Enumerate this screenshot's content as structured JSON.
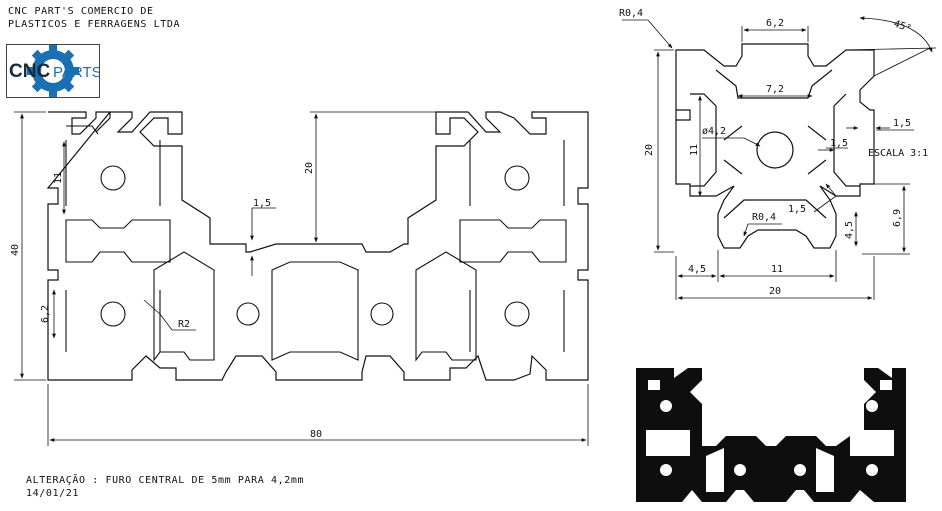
{
  "company": {
    "line1": "CNC PART'S COMERCIO DE",
    "line2": "PLASTICOS E FERRAGENS LTDA",
    "logo_text_a": "CNC",
    "logo_text_b": "PARTS",
    "colors": {
      "logo_dark": "#1b2a3a",
      "logo_blue": "#1b6fb3"
    }
  },
  "main_drawing": {
    "dims": {
      "height_total": "40",
      "width_total": "80",
      "slot_depth": "20",
      "slot_height_left": "11",
      "slot_opening": "6,2",
      "wall": "1,5",
      "radius": "R2"
    }
  },
  "detail_drawing": {
    "dims": {
      "corner_radius": "R0,4",
      "top_slot": "6,2",
      "angle": "45°",
      "inner_width": "7,2",
      "height": "20",
      "slot_height": "11",
      "hole_dia": "ø4,2",
      "web_right": "1,5",
      "web_far_right": "1,5",
      "web_inner": "1,5",
      "inner_radius": "R0,4",
      "lip": "4,5",
      "side_height": "6,9",
      "bottom_left": "4,5",
      "bottom_mid": "11",
      "bottom_width": "20"
    },
    "scale": "ESCALA 3:1"
  },
  "footer": {
    "change_note": "ALTERAÇÃO : FURO CENTRAL DE 5mm PARA 4,2mm",
    "date": "14/01/21"
  }
}
